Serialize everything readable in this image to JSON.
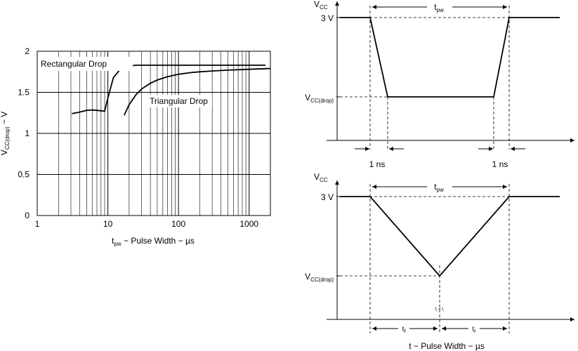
{
  "chart_data": [
    {
      "type": "line",
      "xscale": "log",
      "xlabel_main": "t",
      "xlabel_sub": "pw",
      "xlabel_rest": " − Pulse Width − µs",
      "ylabel_main": "V",
      "ylabel_sub": "CC(drop)",
      "ylabel_rest": " − V",
      "xlim": [
        1,
        2000
      ],
      "ylim": [
        0,
        2
      ],
      "grid": true,
      "xticks": [
        "1",
        "10",
        "100",
        "1000"
      ],
      "yticks": [
        "0",
        "0.5",
        "1",
        "1.5",
        "2"
      ],
      "series": [
        {
          "name": "Rectangular Drop",
          "x": [
            3.1,
            4,
            5,
            6,
            7,
            8,
            9,
            10,
            12,
            15,
            20,
            25,
            30,
            50,
            100,
            300,
            1000,
            1700
          ],
          "y": [
            1.24,
            1.26,
            1.28,
            1.285,
            1.28,
            1.275,
            1.27,
            1.43,
            1.68,
            1.78,
            1.82,
            1.83,
            1.83,
            1.83,
            1.83,
            1.83,
            1.83,
            1.83
          ]
        },
        {
          "name": "Triangular Drop",
          "x": [
            17,
            20,
            25,
            30,
            40,
            50,
            70,
            100,
            150,
            200,
            300,
            500,
            1000,
            2000
          ],
          "y": [
            1.22,
            1.35,
            1.47,
            1.54,
            1.61,
            1.65,
            1.69,
            1.72,
            1.74,
            1.75,
            1.76,
            1.77,
            1.78,
            1.79
          ]
        }
      ]
    },
    {
      "type": "diagram",
      "vcc_main": "V",
      "vcc_sub": "CC",
      "v3_label": "3 V",
      "vdrop_main": "V",
      "vdrop_sub": "CC(drop)",
      "tpw_main": "t",
      "tpw_sub": "pw",
      "edge_left": "1 ns",
      "edge_right": "1 ns"
    },
    {
      "type": "diagram",
      "vcc_main": "V",
      "vcc_sub": "CC",
      "v3_label": "3 V",
      "vdrop_main": "V",
      "vdrop_sub": "CC(drop)",
      "tpw_main": "t",
      "tpw_sub": "pw",
      "tf_main": "t",
      "tf_sub": "f",
      "tr_main": "t",
      "tr_sub": "r",
      "equal_label": "t",
      "equal_sub": "f",
      "equal_mid": " = t",
      "equal_sub2": "r",
      "xlabel": "t − Pulse Width − µs"
    }
  ]
}
